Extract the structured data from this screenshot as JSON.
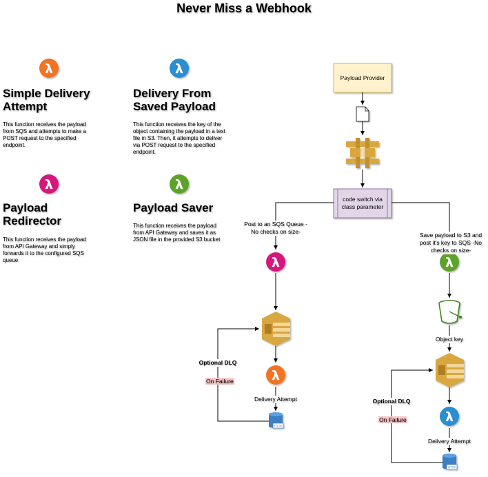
{
  "title": "Never Miss a Webhook",
  "functions": [
    {
      "name": "Simple Delivery Attempt",
      "description": "This function receives the payload from SQS and attempts to make a POST request to the specified endpoint.",
      "icon": "lambda-icon",
      "color": "#f27320"
    },
    {
      "name": "Delivery From Saved Payload",
      "description": "This function receives the key of the object containing the payload in a text file in S3. Then, it attempts to deliver via POST request to the specified endpoint.",
      "icon": "lambda-icon",
      "color": "#2a8ed1"
    },
    {
      "name": "Payload Redirector",
      "description": "This function receives the payload from API Gateway and simply forwards it to the configured SQS queue",
      "icon": "lambda-icon",
      "color": "#d6197c"
    },
    {
      "name": "Payload Saver",
      "description": "This function receives the payload from API Gateway and saves it as JSON file in the provided S3 bucket",
      "icon": "lambda-icon",
      "color": "#5da32a"
    }
  ],
  "flow": {
    "provider": "Payload Provider",
    "switch": "code switch via class parameter",
    "left_branch_label": "Post to an SQS Queue -No checks on size-",
    "right_branch_label": "Save payload to S3 and post it's key to SQS -No checks on size-",
    "object_key": "Object key",
    "optional_dlq": "Optional DLQ",
    "on_failure": "On Failure",
    "delivery_attempt": "Delivery Attempt",
    "http_badge": "HTTP"
  },
  "colors": {
    "provider_fill": "#fff2cc",
    "provider_stroke": "#d6b656",
    "switch_fill": "#e1d5e7",
    "switch_stroke": "#9673a6",
    "aws_gold": "#d9a741",
    "s3_green": "#3f8624",
    "failure_tag": "#f8c8c8"
  }
}
